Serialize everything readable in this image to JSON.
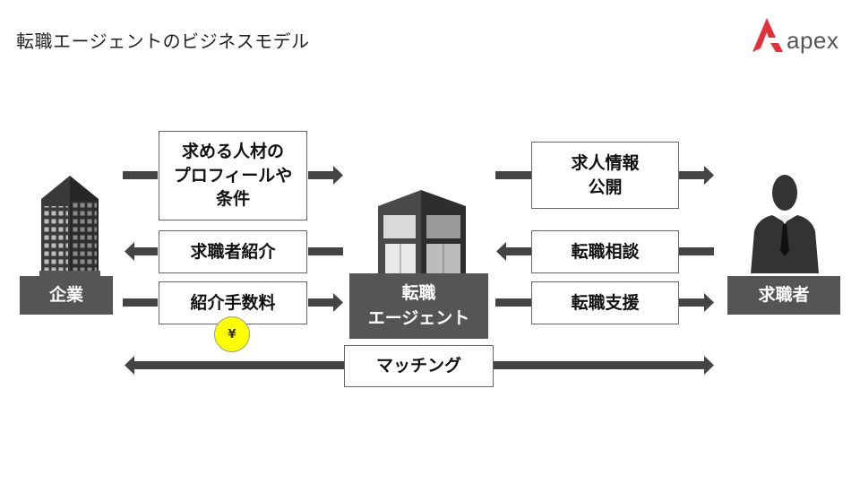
{
  "title": "転職エージェントのビジネスモデル",
  "logo": {
    "text": "apex",
    "color": "#e0303a"
  },
  "nodes": {
    "company": "企業",
    "agent": "転職\nエージェント",
    "seeker": "求職者"
  },
  "boxes": {
    "requirements": "求める人材の\nプロフィールや\n条件",
    "introduce_seekers": "求職者紹介",
    "fee": "紹介手数料",
    "job_info": "求人情報\n公開",
    "consultation": "転職相談",
    "support": "転職支援",
    "matching": "マッチング"
  },
  "yen_symbol": "¥",
  "colors": {
    "dark": "#555555",
    "arrow": "#444444",
    "coin": "#ffff00"
  }
}
